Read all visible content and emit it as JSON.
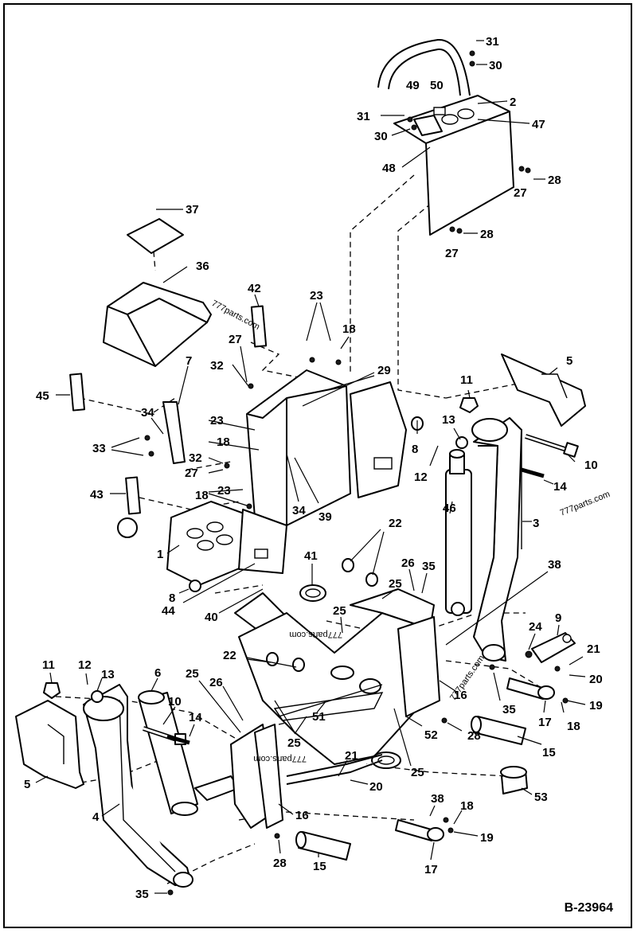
{
  "diagram": {
    "id": "B-23964",
    "watermark": "777parts.com",
    "callouts": [
      {
        "label": "31"
      },
      {
        "label": "30"
      },
      {
        "label": "2"
      },
      {
        "label": "49"
      },
      {
        "label": "50"
      },
      {
        "label": "31"
      },
      {
        "label": "30"
      },
      {
        "label": "47"
      },
      {
        "label": "48"
      },
      {
        "label": "28"
      },
      {
        "label": "27"
      },
      {
        "label": "28"
      },
      {
        "label": "27"
      },
      {
        "label": "37"
      },
      {
        "label": "36"
      },
      {
        "label": "42"
      },
      {
        "label": "23"
      },
      {
        "label": "18"
      },
      {
        "label": "27"
      },
      {
        "label": "32"
      },
      {
        "label": "29"
      },
      {
        "label": "7"
      },
      {
        "label": "45"
      },
      {
        "label": "34"
      },
      {
        "label": "33"
      },
      {
        "label": "23"
      },
      {
        "label": "18"
      },
      {
        "label": "32"
      },
      {
        "label": "27"
      },
      {
        "label": "23"
      },
      {
        "label": "18"
      },
      {
        "label": "43"
      },
      {
        "label": "34"
      },
      {
        "label": "39"
      },
      {
        "label": "1"
      },
      {
        "label": "8"
      },
      {
        "label": "44"
      },
      {
        "label": "40"
      },
      {
        "label": "11"
      },
      {
        "label": "5"
      },
      {
        "label": "13"
      },
      {
        "label": "8"
      },
      {
        "label": "12"
      },
      {
        "label": "10"
      },
      {
        "label": "14"
      },
      {
        "label": "46"
      },
      {
        "label": "3"
      },
      {
        "label": "22"
      },
      {
        "label": "41"
      },
      {
        "label": "26"
      },
      {
        "label": "35"
      },
      {
        "label": "25"
      },
      {
        "label": "38"
      },
      {
        "label": "25"
      },
      {
        "label": "9"
      },
      {
        "label": "24"
      },
      {
        "label": "21"
      },
      {
        "label": "20"
      },
      {
        "label": "16"
      },
      {
        "label": "19"
      },
      {
        "label": "17"
      },
      {
        "label": "18"
      },
      {
        "label": "35"
      },
      {
        "label": "28"
      },
      {
        "label": "15"
      },
      {
        "label": "11"
      },
      {
        "label": "12"
      },
      {
        "label": "13"
      },
      {
        "label": "6"
      },
      {
        "label": "22"
      },
      {
        "label": "25"
      },
      {
        "label": "26"
      },
      {
        "label": "10"
      },
      {
        "label": "14"
      },
      {
        "label": "51"
      },
      {
        "label": "25"
      },
      {
        "label": "52"
      },
      {
        "label": "21"
      },
      {
        "label": "20"
      },
      {
        "label": "25"
      },
      {
        "label": "5"
      },
      {
        "label": "4"
      },
      {
        "label": "53"
      },
      {
        "label": "16"
      },
      {
        "label": "38"
      },
      {
        "label": "18"
      },
      {
        "label": "19"
      },
      {
        "label": "28"
      },
      {
        "label": "15"
      },
      {
        "label": "17"
      },
      {
        "label": "35"
      }
    ]
  }
}
